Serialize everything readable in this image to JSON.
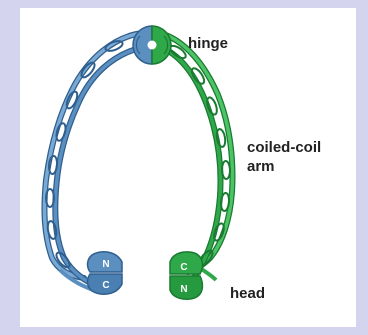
{
  "labels": {
    "hinge": "hinge",
    "arm_line1": "coiled-coil",
    "arm_line2": "arm",
    "head": "head"
  },
  "domains": {
    "left_top": "N",
    "left_bottom": "C",
    "right_top": "C",
    "right_bottom": "N"
  },
  "colors": {
    "blue_strand": "#5b8fc0",
    "blue_dark": "#2f5f8f",
    "green_strand": "#2fa84a",
    "green_dark": "#1a7a31",
    "background": "#d4d4ee"
  }
}
